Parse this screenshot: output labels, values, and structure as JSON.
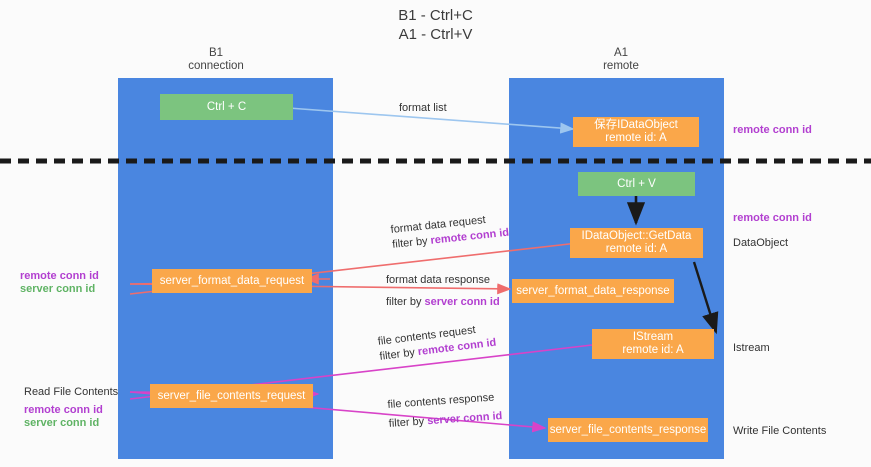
{
  "title": "B1 - Ctrl+C\nA1 - Ctrl+V",
  "columns": {
    "left": "B1\nconnection",
    "right": "A1\nremote"
  },
  "nodes": {
    "ctrl_c": "Ctrl + C",
    "ctrl_v": "Ctrl + V",
    "save_idataobject": "保存IDataObject\nremote id: A",
    "idataobject_getdata": "IDataObject::GetData\nremote id: A",
    "istream": "IStream\nremote id: A",
    "server_format_data_request": "server_format_data_request",
    "server_format_data_response": "server_format_data_response",
    "server_file_contents_request": "server_file_contents_request",
    "server_file_contents_response": "server_file_contents_response"
  },
  "edges": {
    "format_list": "format list",
    "format_data_request": "format data request",
    "format_data_request_filter_prefix": "filter by ",
    "format_data_request_filter_key": "remote conn id",
    "format_data_response": "format data response",
    "format_data_response_filter_prefix": "filter by ",
    "format_data_response_filter_key": "server conn id",
    "file_contents_request": "file contents request",
    "file_contents_request_filter_prefix": "filter by ",
    "file_contents_request_filter_key": "remote conn id",
    "file_contents_response": "file contents response",
    "file_contents_response_filter_prefix": "filter by ",
    "file_contents_response_filter_key": "server conn id"
  },
  "side_labels": {
    "right_top_remote_conn_id": "remote conn id",
    "right_mid_remote_conn_id": "remote conn id",
    "right_dataobject": "DataObject",
    "right_istream": "Istream",
    "right_write_file_contents": "Write File Contents",
    "left_remote_conn_id_1": "remote conn id",
    "left_server_conn_id_1": "server conn id",
    "left_read_file_contents": "Read File Contents",
    "left_remote_conn_id_2": "remote conn id",
    "left_server_conn_id_2": "server conn id"
  },
  "colors": {
    "lane": "#4a86e0",
    "node_orange": "#faa74a",
    "node_green": "#7cc47f",
    "highlight_purple": "#b23fd0",
    "highlight_green": "#5fb364",
    "arrow_blue": "#9dc6ef",
    "arrow_red": "#ef6d6d",
    "arrow_magenta": "#d843c8",
    "arrow_black": "#1a1a1a",
    "divider": "#1a1a1a"
  }
}
